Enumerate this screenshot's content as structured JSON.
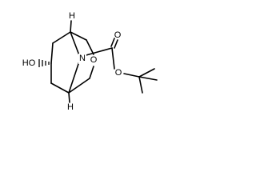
{
  "molecule": {
    "atoms": {
      "ho": "HO",
      "n": "N",
      "o_ring": "O",
      "o_carbonyl": "O",
      "o_ester": "O",
      "h_top": "H",
      "h_bottom": "H"
    }
  }
}
